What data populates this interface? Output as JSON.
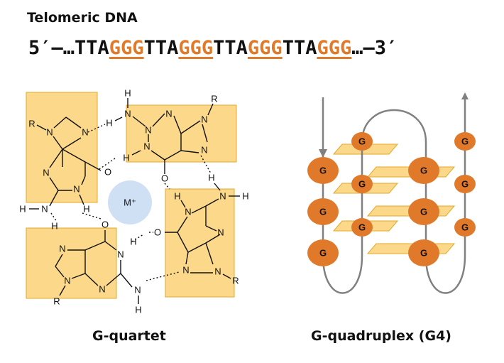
{
  "header": {
    "title": "Telomeric DNA"
  },
  "sequence": {
    "parts": [
      {
        "text": "5′–…TTA",
        "g": false
      },
      {
        "text": "GGG",
        "g": true
      },
      {
        "text": "TTA",
        "g": false
      },
      {
        "text": "GGG",
        "g": true
      },
      {
        "text": "TTA",
        "g": false
      },
      {
        "text": "GGG",
        "g": true
      },
      {
        "text": "TTA",
        "g": false
      },
      {
        "text": "GGG",
        "g": true
      },
      {
        "text": "…–3′",
        "g": false
      }
    ]
  },
  "quartet": {
    "caption": "G-quartet",
    "ion": "M⁺",
    "atom_H": "H",
    "atom_N": "N",
    "atom_O": "O",
    "atom_R": "R"
  },
  "quadruplex": {
    "caption": "G-quadruplex (G4)",
    "base_label": "G"
  },
  "colors": {
    "accent": "#e07a2a",
    "box": "#fcd98a",
    "boxStroke": "#e3a82a",
    "ion": "#cfe0f5",
    "strand": "#808080"
  }
}
